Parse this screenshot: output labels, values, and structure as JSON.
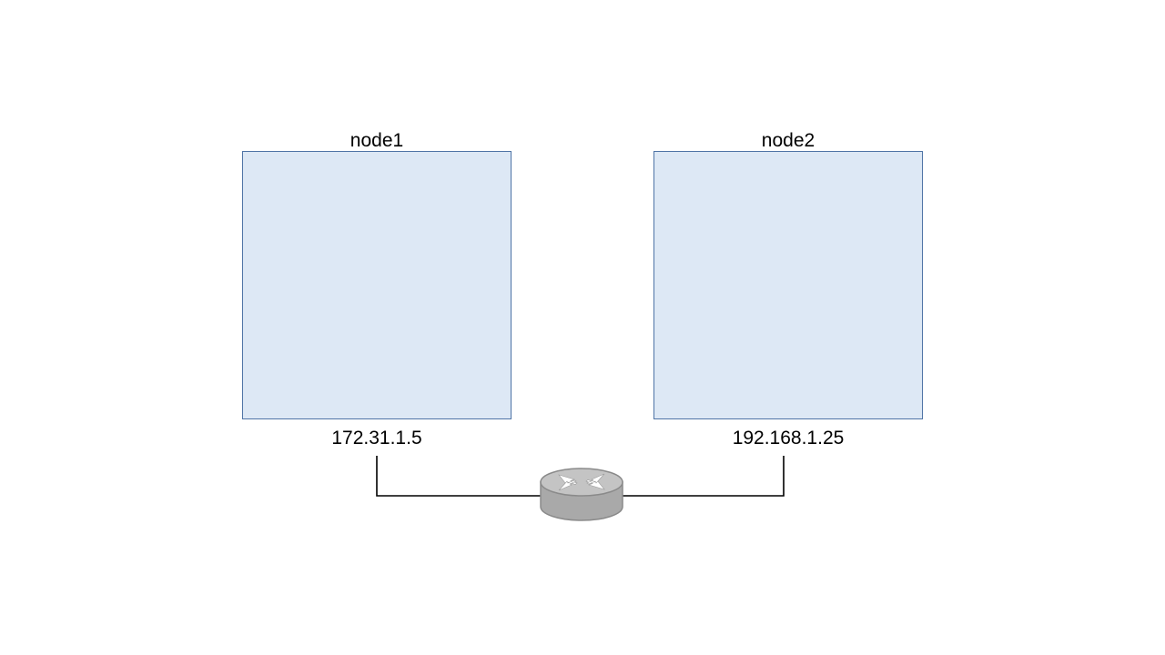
{
  "nodes": [
    {
      "name": "node1",
      "ip": "172.31.1.5"
    },
    {
      "name": "node2",
      "ip": "192.168.1.25"
    }
  ],
  "router": {
    "icon": "router-icon"
  },
  "colors": {
    "node_fill": "#dde8f5",
    "node_border": "#4f74a6",
    "link": "#000000",
    "router_body": "#a9a9a9",
    "router_top": "#c4c4c4"
  }
}
